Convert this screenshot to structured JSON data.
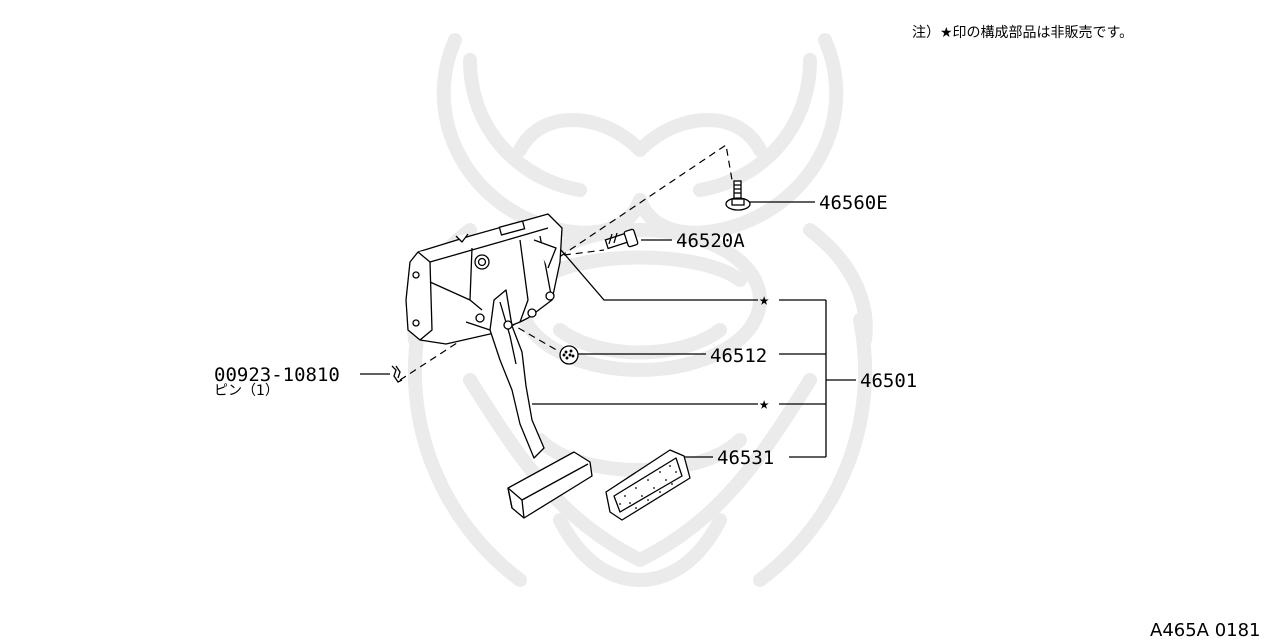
{
  "note": "注）★印の構成部品は非販売です。",
  "figure_code": "A465A 0181",
  "parts": {
    "p46560E": "46560E",
    "p46520A": "46520A",
    "p46512": "46512",
    "p46501": "46501",
    "p46531": "46531",
    "pin_number": "00923-10810",
    "pin_name": "ピン（1）"
  },
  "markers": {
    "star": "★"
  },
  "colors": {
    "line": "#000000",
    "watermark": "#ececec"
  }
}
